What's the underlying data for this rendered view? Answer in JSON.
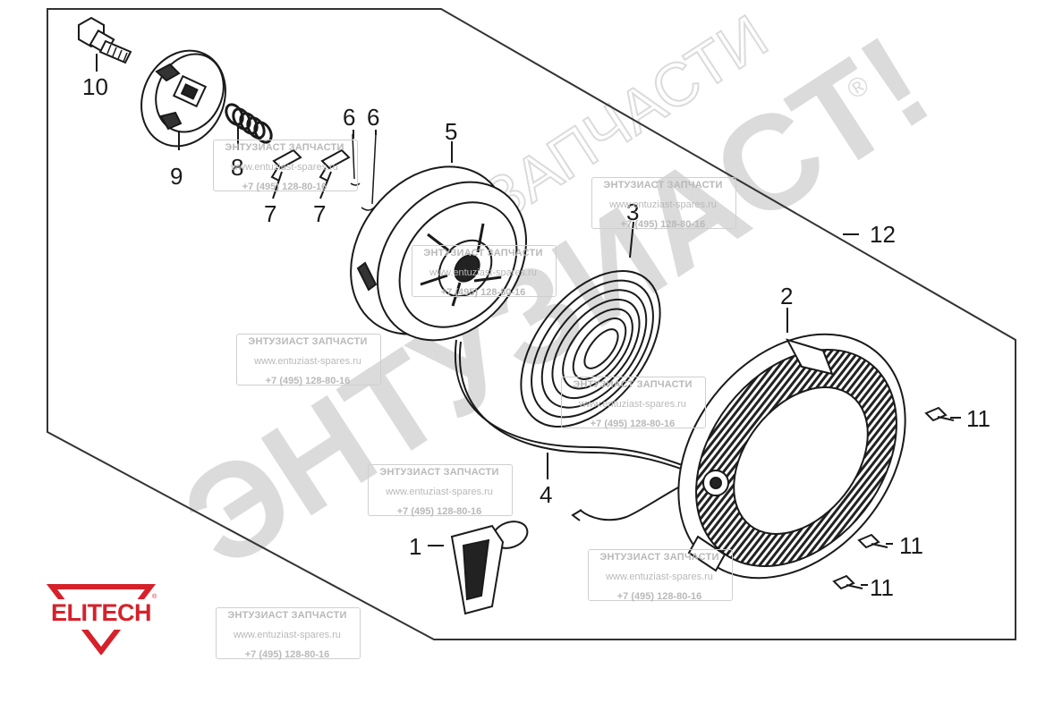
{
  "callouts": [
    {
      "id": "label-10",
      "text": "10"
    },
    {
      "id": "label-9",
      "text": "9"
    },
    {
      "id": "label-8",
      "text": "8"
    },
    {
      "id": "label-7a",
      "text": "7"
    },
    {
      "id": "label-7b",
      "text": "7"
    },
    {
      "id": "label-6a",
      "text": "6"
    },
    {
      "id": "label-6b",
      "text": "6"
    },
    {
      "id": "label-5",
      "text": "5"
    },
    {
      "id": "label-3",
      "text": "3"
    },
    {
      "id": "label-12",
      "text": "12"
    },
    {
      "id": "label-2",
      "text": "2"
    },
    {
      "id": "label-11a",
      "text": "11"
    },
    {
      "id": "label-11b",
      "text": "11"
    },
    {
      "id": "label-11c",
      "text": "11"
    },
    {
      "id": "label-4",
      "text": "4"
    },
    {
      "id": "label-1",
      "text": "1"
    }
  ],
  "watermark": {
    "brand_big": "ЭНТУЗИАСТ!",
    "brand_sub": "ЗАПЧАСТИ",
    "registered": "®",
    "stamp": {
      "title": "ЭНТУЗИАСТ ЗАПЧАСТИ",
      "url": "www.entuziast-spares.ru",
      "phone": "+7 (495) 128-80-16"
    }
  },
  "logo": {
    "text": "ELITECH",
    "registered": "®",
    "color": "#d6212a"
  },
  "colors": {
    "line": "#1a1a1a",
    "watermark": "#c4c4c4"
  }
}
